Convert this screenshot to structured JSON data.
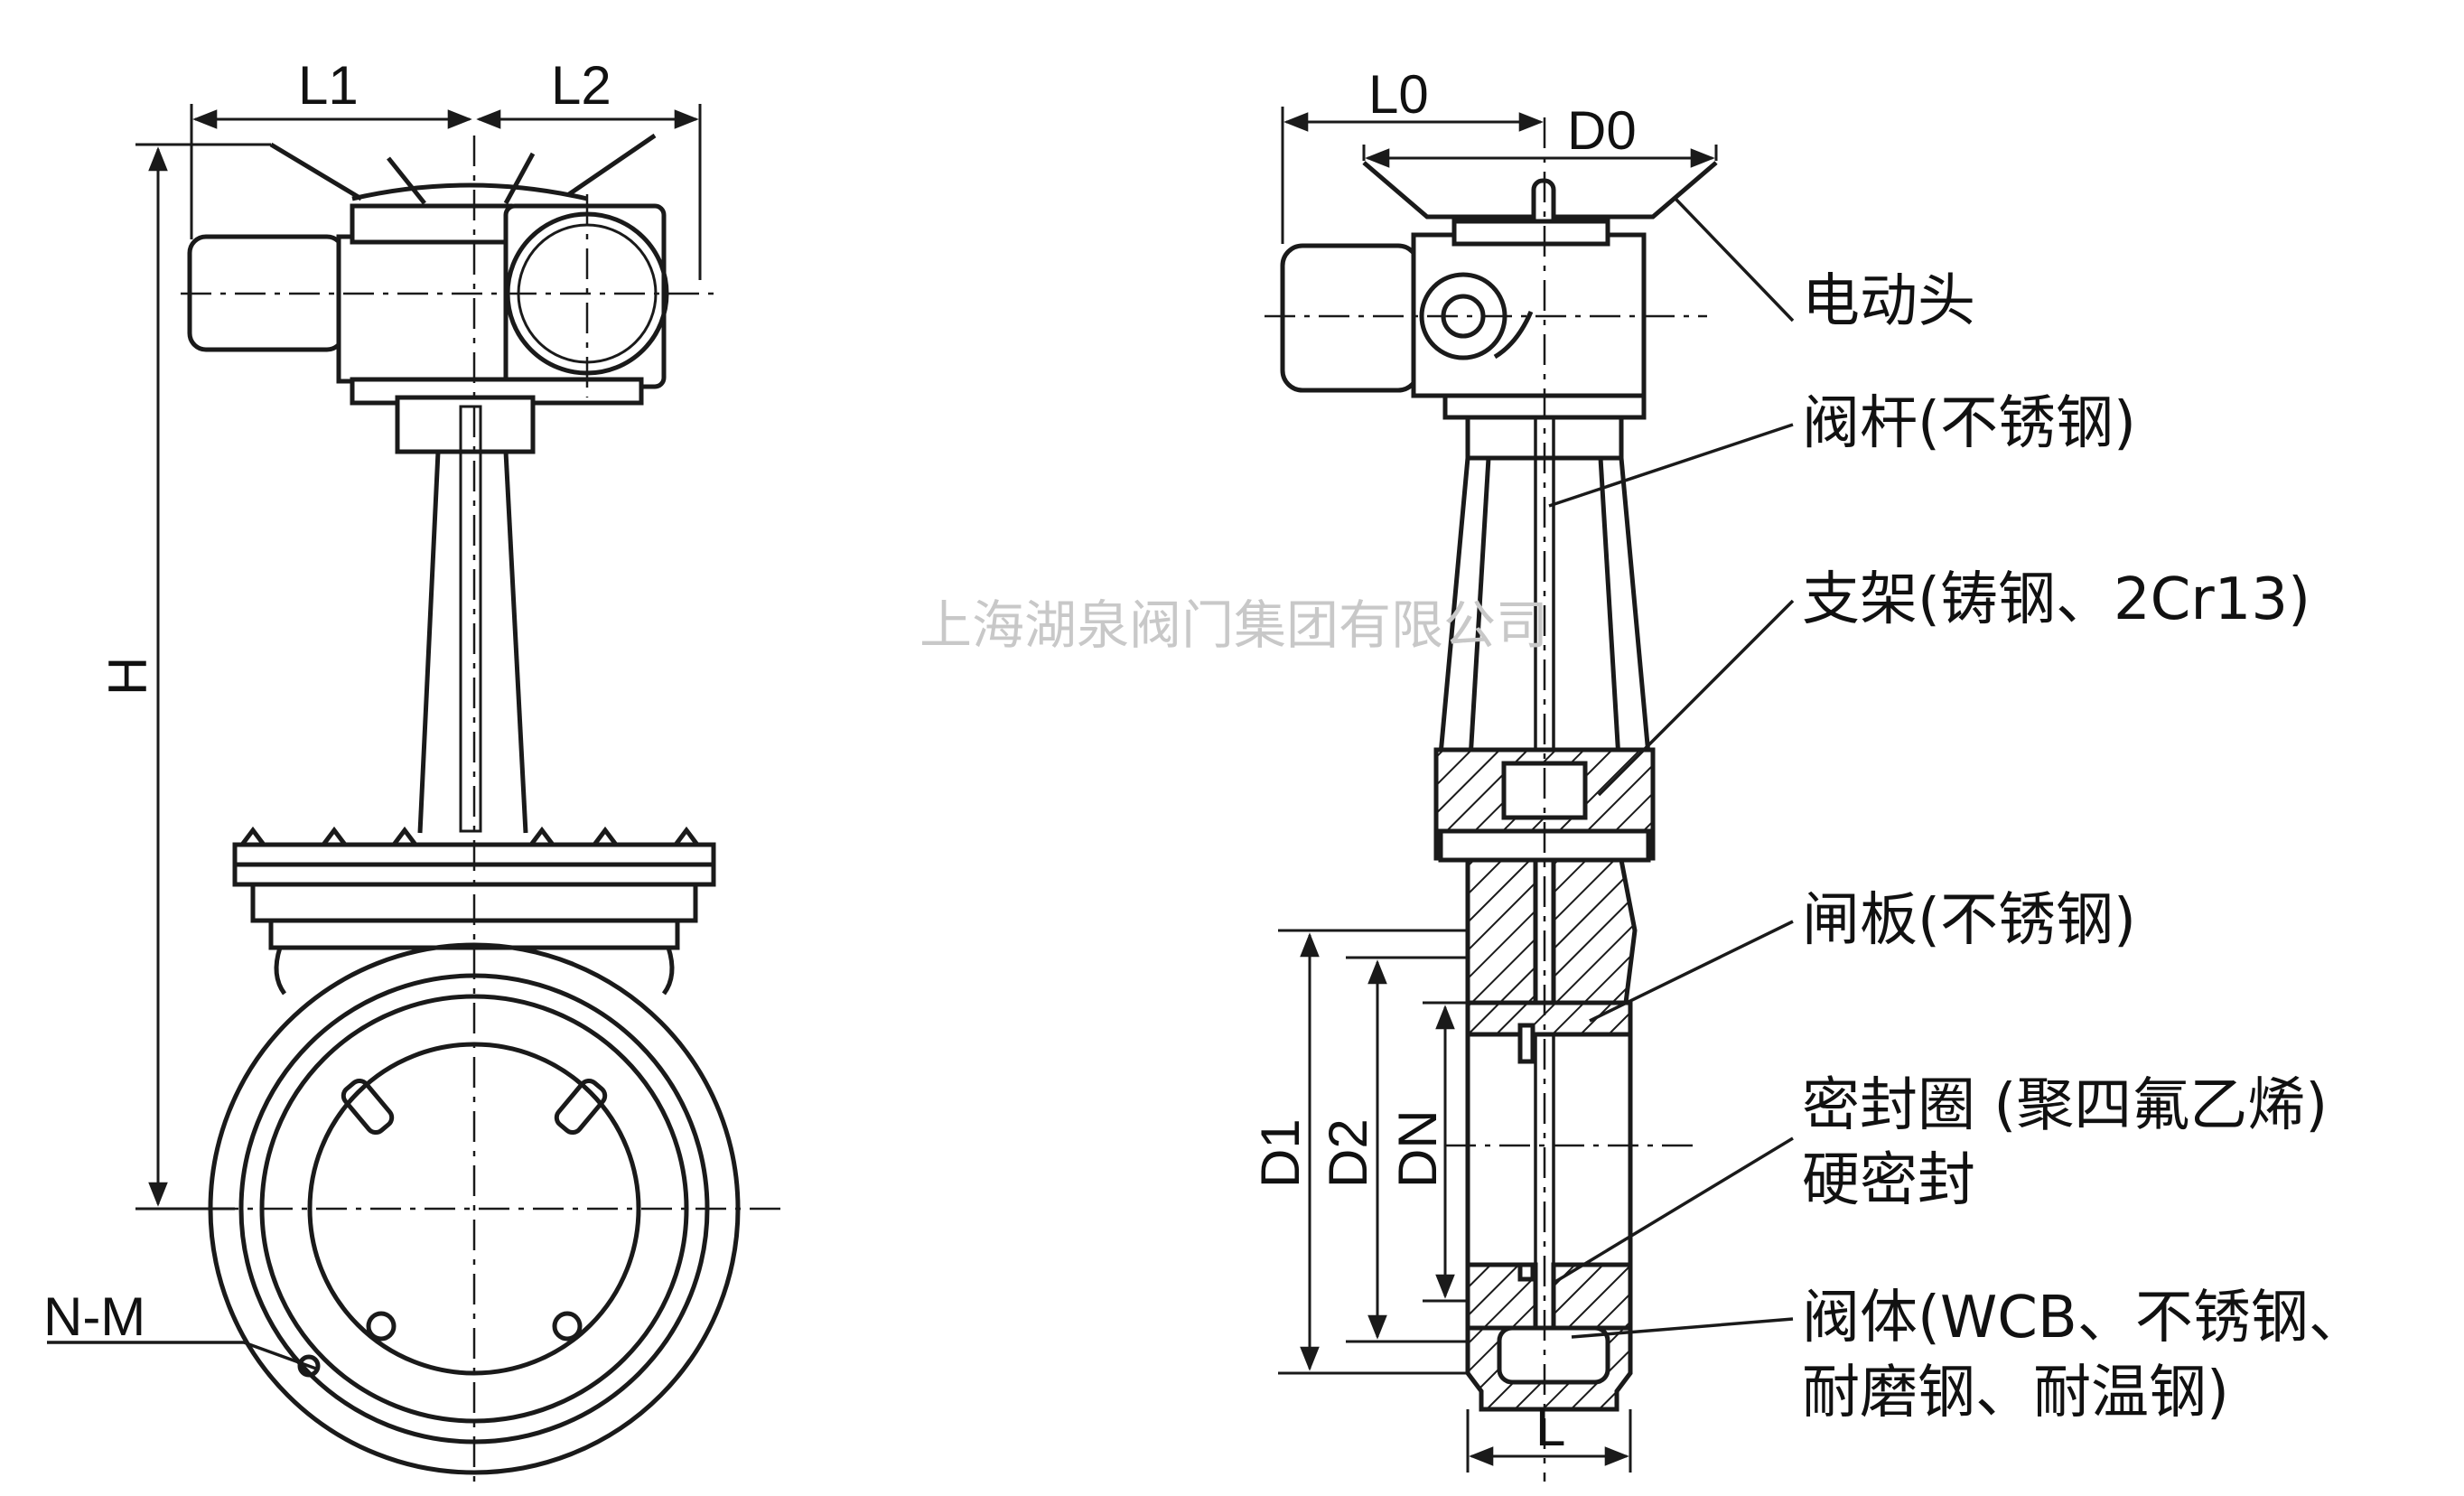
{
  "watermark": "上海湖泉阀门集团有限公司",
  "dimensions": {
    "l1": "L1",
    "l2": "L2",
    "l0": "L0",
    "d0": "D0",
    "h": "H",
    "nm": "N-M",
    "d1": "D1",
    "d2": "D2",
    "dn": "DN",
    "l": "L"
  },
  "callouts": {
    "actuator": "电动头",
    "stem": "阀杆(不锈钢)",
    "bracket": "支架(铸钢、2Cr13)",
    "gate": "闸板(不锈钢)",
    "seal_line1": "密封圈 (聚四氟乙烯)",
    "seal_line2": "硬密封",
    "body_line1": "阀体(WCB、不锈钢、",
    "body_line2": "耐磨钢、耐温钢)"
  }
}
